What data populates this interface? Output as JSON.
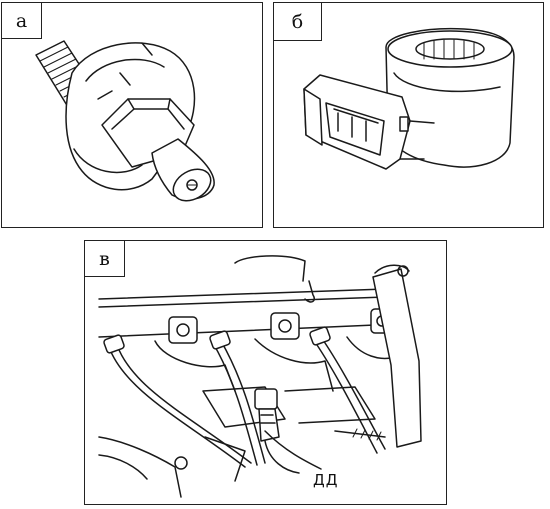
{
  "panels": [
    {
      "label": "а"
    },
    {
      "label": "б"
    },
    {
      "label": "в"
    }
  ],
  "callout": {
    "text": "ДД"
  }
}
